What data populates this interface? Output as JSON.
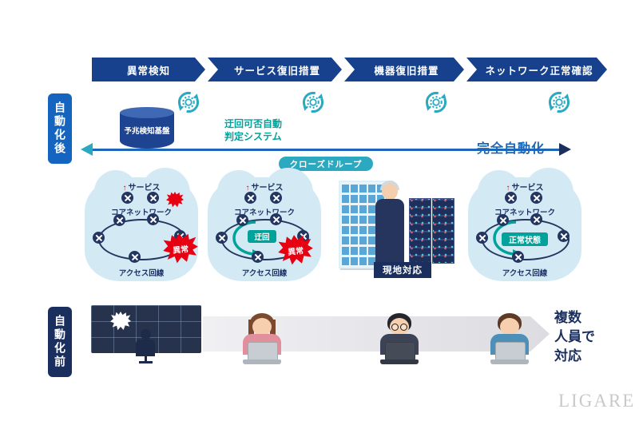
{
  "colors": {
    "step_navy": "#17418c",
    "accent_blue": "#1e66b8",
    "teal": "#2ba9c1",
    "green": "#00a29a",
    "dark_navy": "#1b2f5e",
    "cloud_blue": "#d3eaf5",
    "alert_red": "#e60012"
  },
  "icons": {
    "up_arrow": "↑"
  },
  "process_steps": [
    {
      "label": "異常検知"
    },
    {
      "label": "サービス復旧措置"
    },
    {
      "label": "機器復旧措置"
    },
    {
      "label": "ネットワーク正常確認"
    }
  ],
  "side_labels": {
    "after": "自動化後",
    "before": "自動化前"
  },
  "automation": {
    "platform": "予兆検知基盤",
    "judge_line1": "迂回可否自動",
    "judge_line2": "判定システム",
    "full_auto": "完全自動化",
    "closed_loop": "クローズドループ"
  },
  "clouds": [
    {
      "service": "サービス",
      "core": "コアネットワーク",
      "access": "アクセス回線",
      "alert": "異常"
    },
    {
      "service": "サービス",
      "core": "コアネットワーク",
      "access": "アクセス回線",
      "alert": "異常",
      "detour": "迂回"
    },
    {
      "service": "サービス",
      "core": "コアネットワーク",
      "access": "アクセス回線",
      "normal": "正常状態"
    }
  ],
  "onsite": {
    "label": "現地対応"
  },
  "manual_note": {
    "line1": "複数",
    "line2": "人員で",
    "line3": "対応"
  },
  "watermark": "LIGARE"
}
